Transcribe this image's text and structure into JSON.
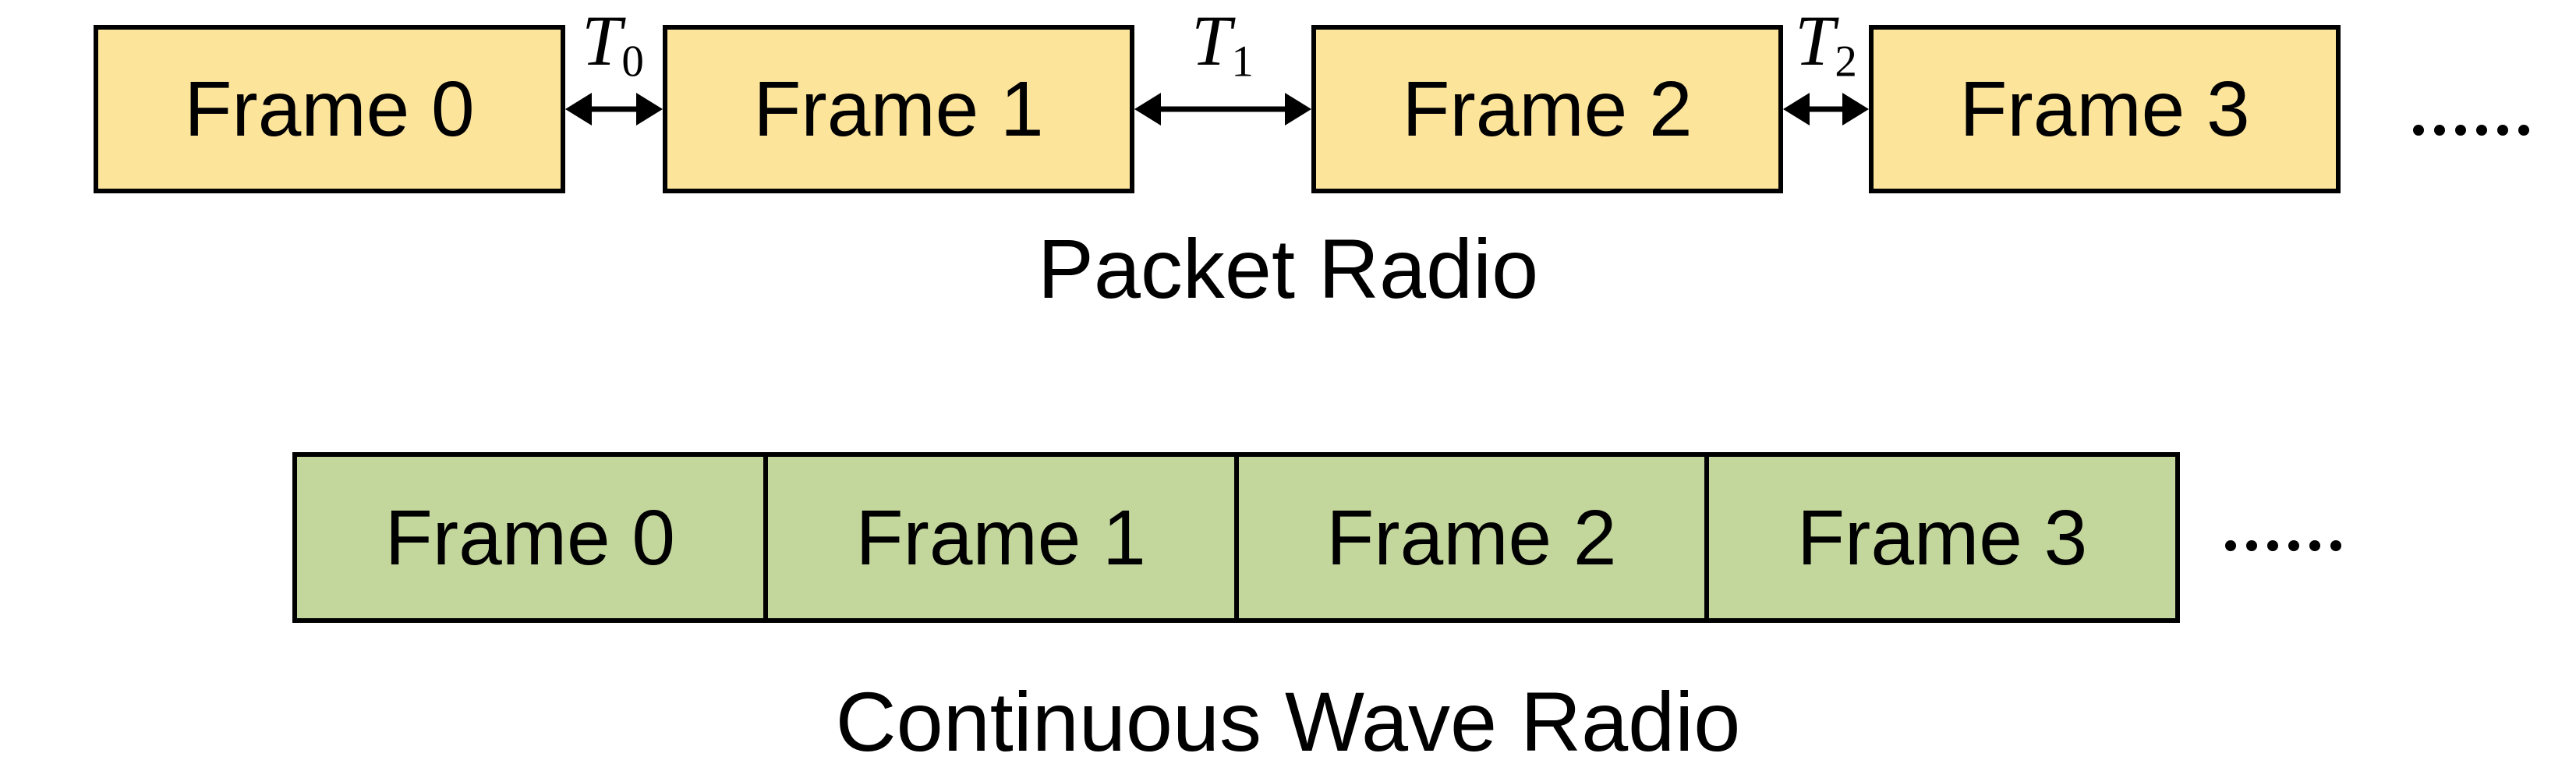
{
  "figure": {
    "packet_radio": {
      "caption": "Packet Radio",
      "frames": [
        "Frame 0",
        "Frame 1",
        "Frame 2",
        "Frame 3"
      ],
      "gaps": [
        {
          "base": "T",
          "sub": "0"
        },
        {
          "base": "T",
          "sub": "1"
        },
        {
          "base": "T",
          "sub": "2"
        }
      ],
      "ellipsis": "······",
      "ellipsis_dot_count": 6,
      "box_fill": "#FCE49B",
      "box_border": "#000000"
    },
    "continuous_wave_radio": {
      "caption": "Continuous Wave Radio",
      "frames": [
        "Frame 0",
        "Frame 1",
        "Frame 2",
        "Frame 3"
      ],
      "ellipsis": "······",
      "ellipsis_dot_count": 6,
      "box_fill": "#C3D69B",
      "box_border": "#000000"
    },
    "text_color": "#000000",
    "background": "#FFFFFF"
  }
}
